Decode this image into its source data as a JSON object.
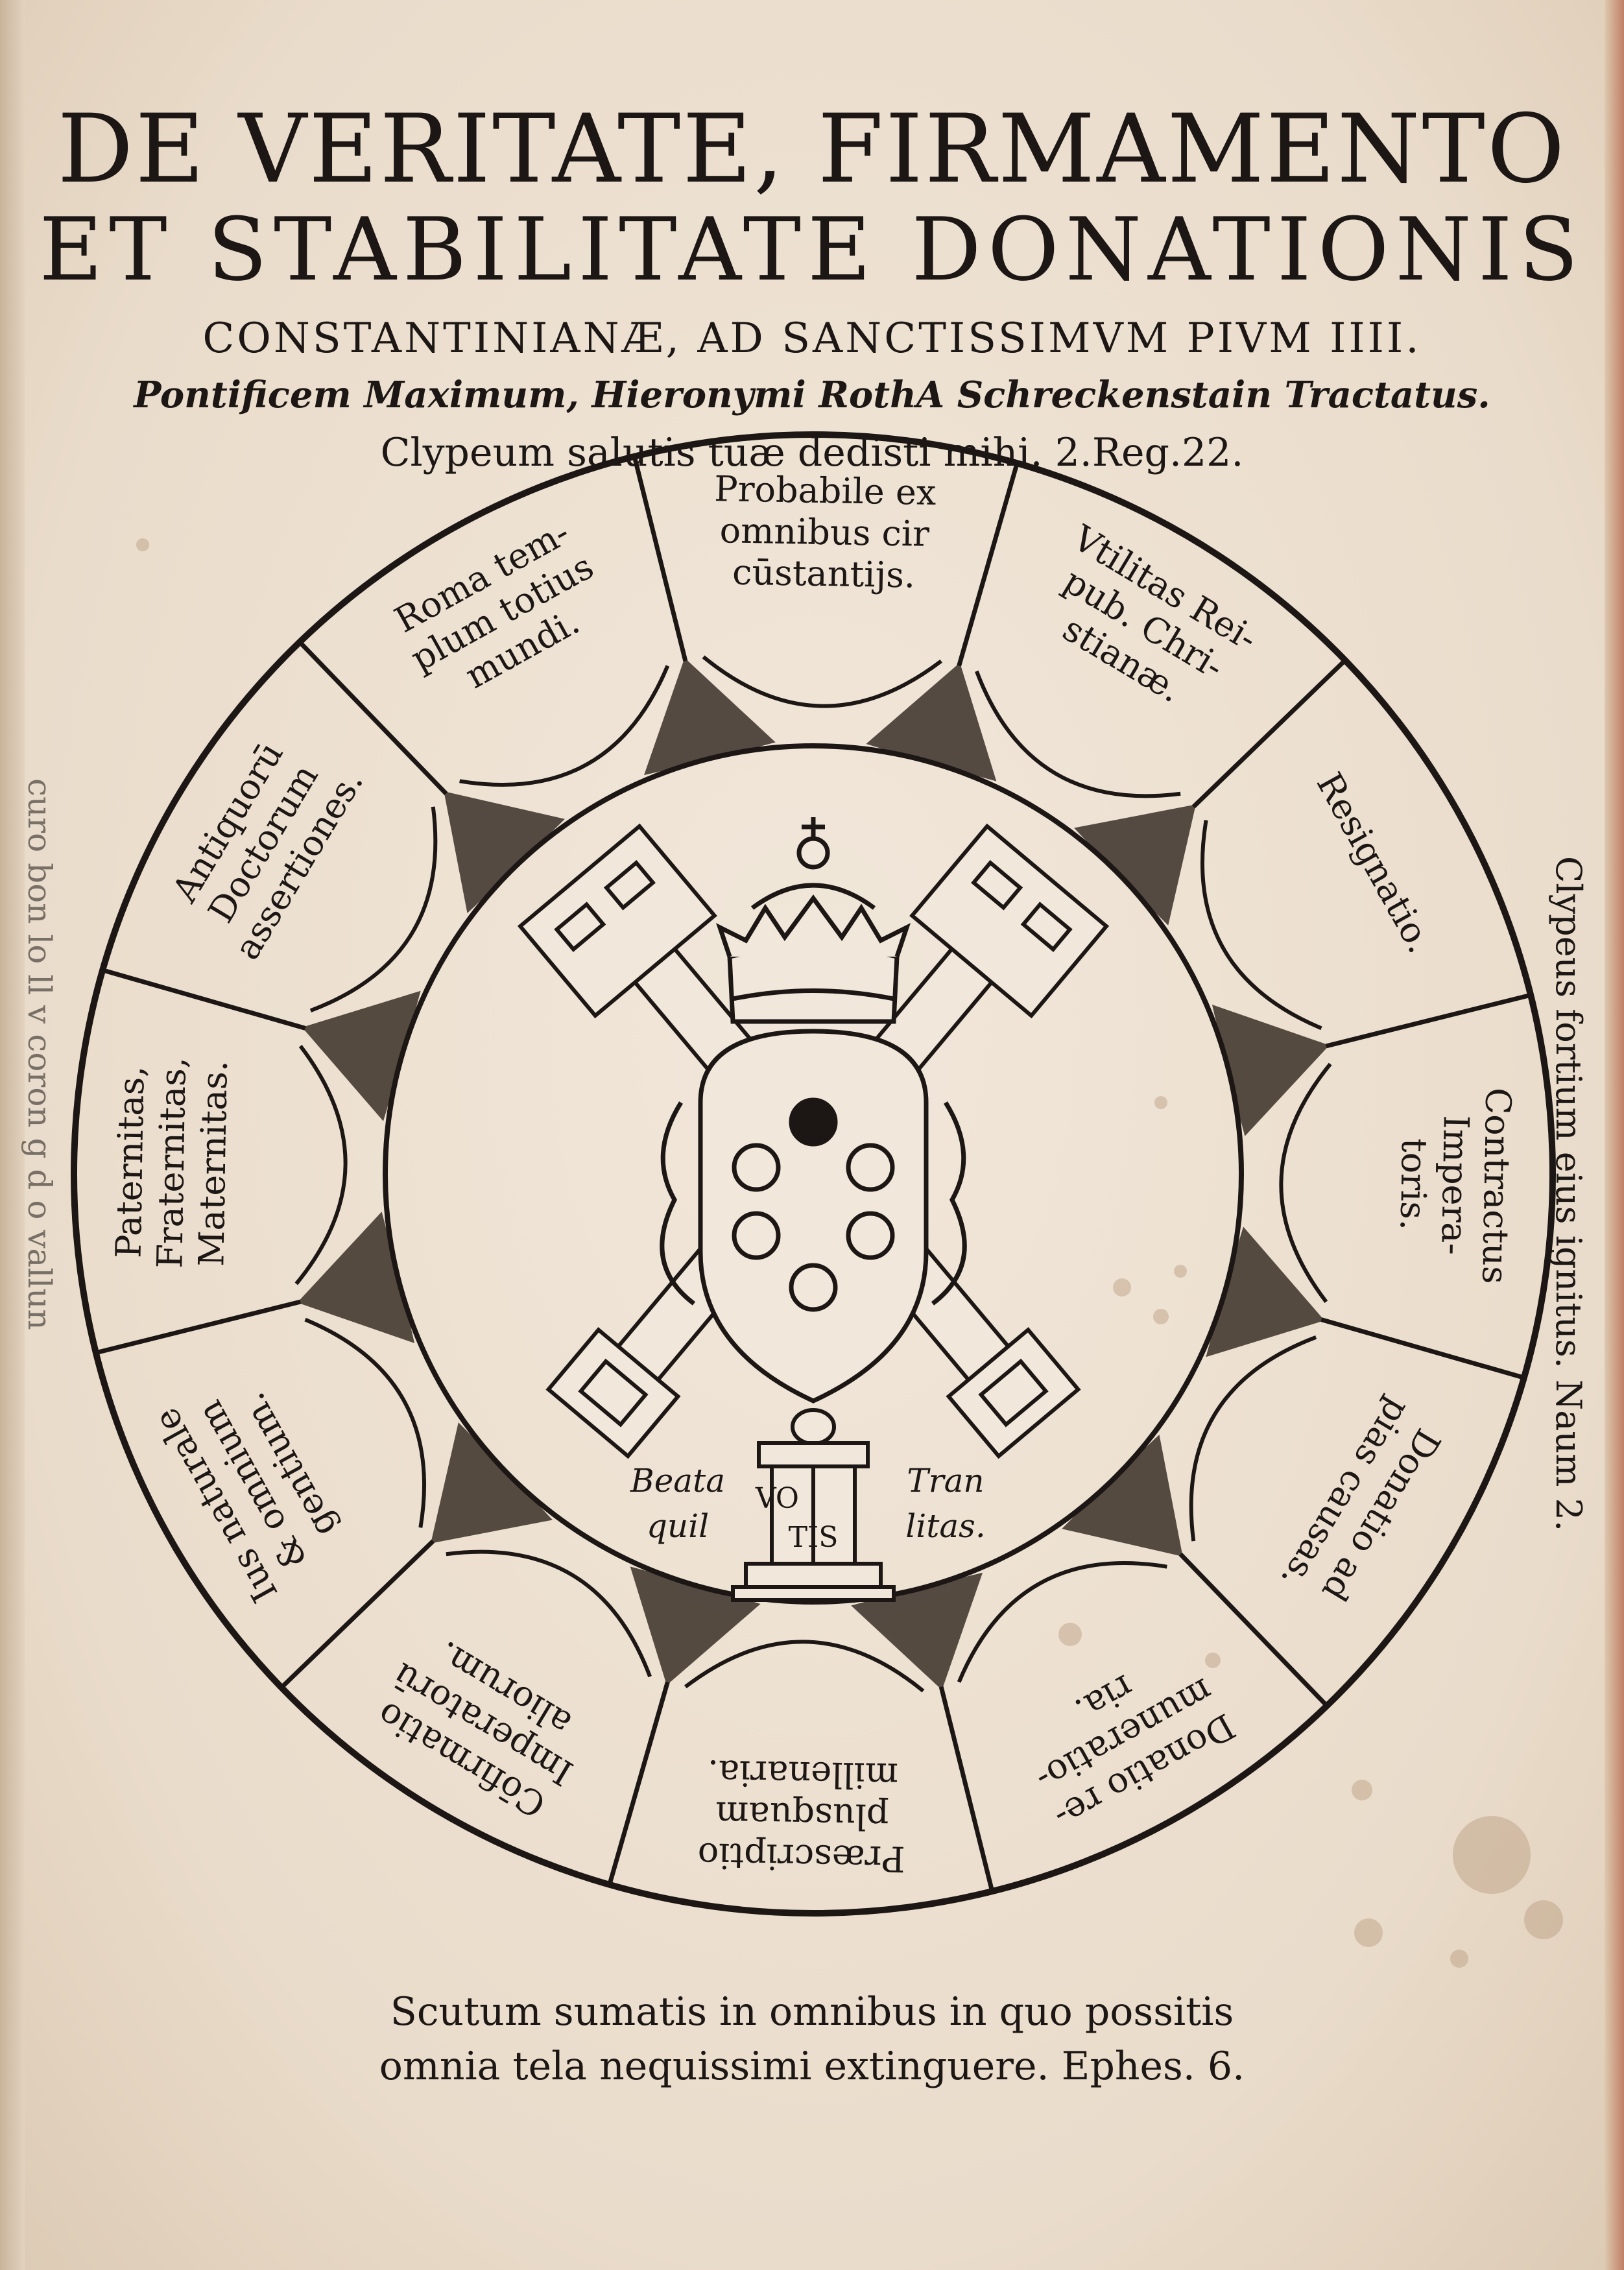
{
  "title": {
    "line1": "DE VERITATE, FIRMAMENTO",
    "line2": "ET STABILITATE DONATIONIS",
    "line3": "CONSTANTINIANÆ, AD SANCTISSIMVM PIVM IIII.",
    "line4": "Pontificem Maximum, Hieronymi RothA Schreckenstain Tractatus.",
    "motto": "Clypeum salutis tuæ dedisti mihi. 2.Reg.22."
  },
  "right_margin": "Clypeus fortium eius ignitus. Naum 2.",
  "left_margin": "curo bon  lo    ll       v  coron g    d   o   vallun",
  "segments": [
    {
      "lines": [
        "Probabile ex",
        "omnibus cir",
        "cūstantijs."
      ]
    },
    {
      "lines": [
        "Vtilitas Rei-",
        "pub. Chri-",
        "stianæ."
      ]
    },
    {
      "lines": [
        "Resignatio."
      ]
    },
    {
      "lines": [
        "Contractus",
        "Impera-",
        "toris."
      ]
    },
    {
      "lines": [
        "Donatio ad",
        "pias causas."
      ]
    },
    {
      "lines": [
        "Donatio re-",
        "muneratio-",
        "ria."
      ]
    },
    {
      "lines": [
        "Præscriptio",
        "plusquam",
        "millenaria."
      ]
    },
    {
      "lines": [
        "Cōfirmatio",
        "Imperatorū",
        "aliorum."
      ]
    },
    {
      "lines": [
        "Ius naturale",
        "& omnium",
        "gentium."
      ]
    },
    {
      "lines": [
        "Paternitas,",
        "Fraternitas,",
        "Maternitas."
      ]
    },
    {
      "lines": [
        "Antiquorū",
        "Doctorum",
        "assertiones."
      ]
    },
    {
      "lines": [
        "Roma tem-",
        "plum totius",
        "mundi."
      ]
    }
  ],
  "center": {
    "left_label": [
      "Beata",
      "quil"
    ],
    "right_label": [
      "Tran",
      "litas."
    ],
    "pedestal": [
      "VO",
      "TIS"
    ]
  },
  "footer": {
    "line1": "Scutum sumatis in omnibus in quo possitis",
    "line2": "omnia tela nequissimi extinguere. Ephes. 6."
  }
}
